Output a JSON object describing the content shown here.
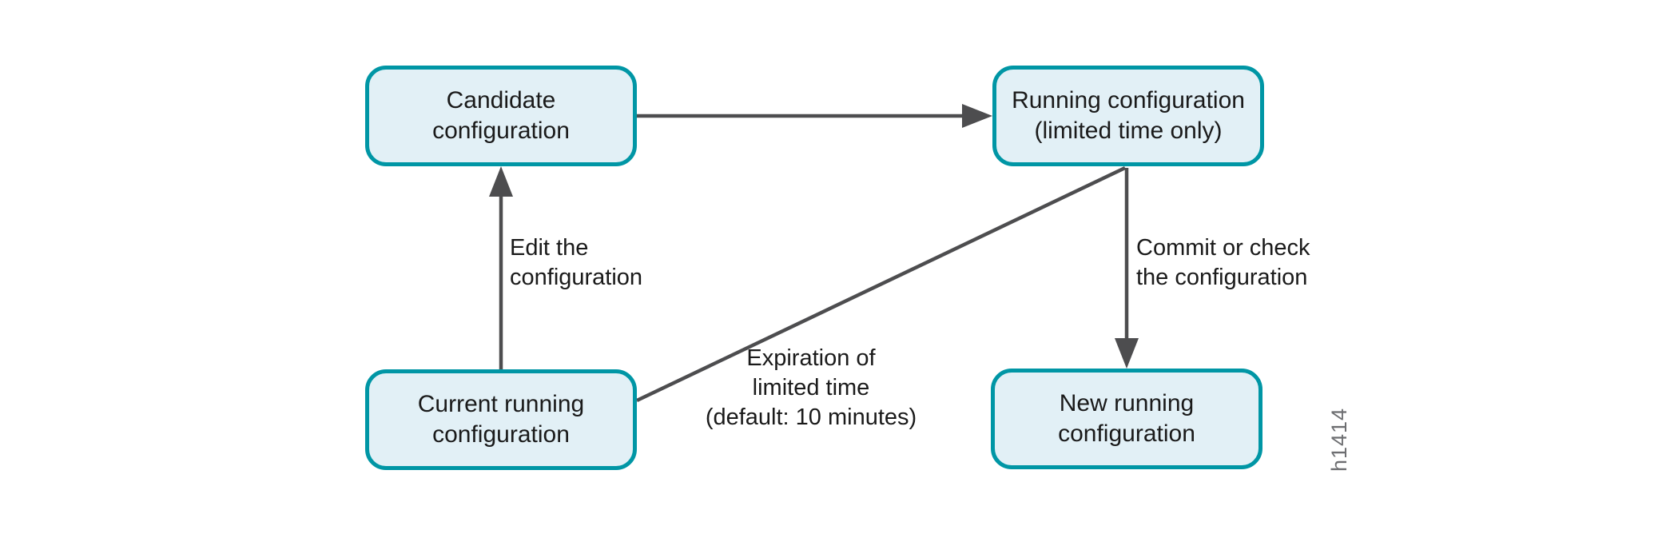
{
  "diagram": {
    "title_hint": "Configuration commit flow diagram",
    "watermark": "h1414",
    "colors": {
      "node_fill": "#e2f0f6",
      "node_border": "#0096a5",
      "connector": "#4d4d4f",
      "text": "#1a1a1a",
      "watermark_text": "#6d6e71",
      "background": "#ffffff"
    },
    "nodes": {
      "candidate": {
        "label": "Candidate\nconfiguration"
      },
      "running_limited": {
        "label": "Running configuration\n(limited time only)"
      },
      "current_running": {
        "label": "Current running\nconfiguration"
      },
      "new_running": {
        "label": "New running\nconfiguration"
      }
    },
    "edges": {
      "candidate_to_running": {
        "label": "",
        "from": "candidate",
        "to": "running_limited",
        "arrowhead": "end"
      },
      "current_to_candidate": {
        "label": "Edit the\nconfiguration",
        "from": "current_running",
        "to": "candidate",
        "arrowhead": "end"
      },
      "running_to_new": {
        "label": "Commit or check\nthe configuration",
        "from": "running_limited",
        "to": "new_running",
        "arrowhead": "end"
      },
      "running_to_current": {
        "label": "Expiration of\nlimited time\n(default: 10 minutes)",
        "from": "running_limited",
        "to": "current_running",
        "arrowhead": "none"
      }
    }
  }
}
